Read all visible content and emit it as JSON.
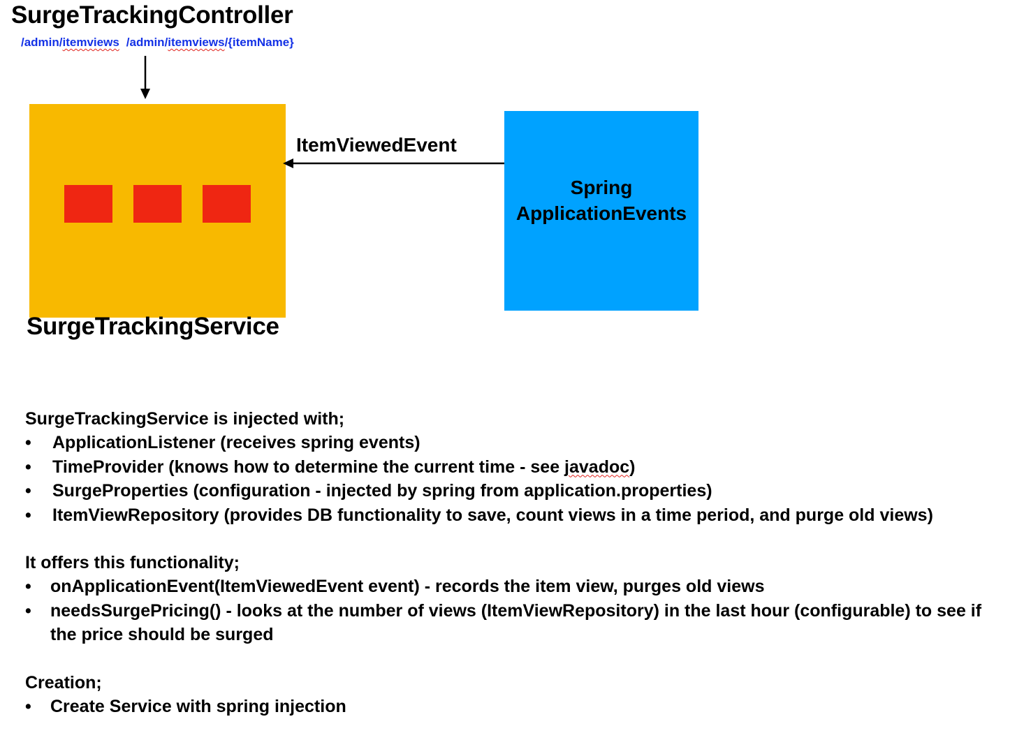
{
  "controller": {
    "title": "SurgeTrackingController",
    "endpoint_1": {
      "prefix": "/admin/",
      "word": "itemviews",
      "suffix": ""
    },
    "endpoint_2": {
      "prefix": "/admin/",
      "word": "itemviews",
      "suffix": "/{itemName}"
    }
  },
  "service": {
    "label": "SurgeTrackingService",
    "box_color": "#F8B900",
    "inner_rect_color": "#EF2612",
    "inner_rect_count": 3
  },
  "spring": {
    "line1": "Spring",
    "line2": "ApplicationEvents",
    "box_color": "#00A2FF"
  },
  "event_arrow": {
    "label": "ItemViewedEvent"
  },
  "colors": {
    "endpoint_text": "#1432E6",
    "spellcheck_underline": "#E0201A",
    "arrow": "#000000"
  },
  "description": {
    "injected_heading": "SurgeTrackingService is injected with;",
    "injected_items": [
      {
        "before": "ApplicationListener (receives spring events)",
        "flag": "",
        "after": ""
      },
      {
        "before": "TimeProvider (knows how to determine the current time - see ",
        "flag": "javadoc",
        "after": ")"
      },
      {
        "before": "SurgeProperties (configuration - injected by spring from application.properties)",
        "flag": "",
        "after": ""
      },
      {
        "before": "ItemViewRepository (provides DB functionality to save, count views in a time period, and purge old views)",
        "flag": "",
        "after": ""
      }
    ],
    "functionality_heading": "It offers this functionality;",
    "functionality_items": [
      "onApplicationEvent(ItemViewedEvent event) - records the item view, purges old views",
      "needsSurgePricing() - looks at the number of views (ItemViewRepository) in the last hour (configurable) to see if the price should be surged"
    ],
    "creation_heading": "Creation;",
    "creation_items": [
      "Create Service with spring injection"
    ],
    "bullet": "•"
  }
}
